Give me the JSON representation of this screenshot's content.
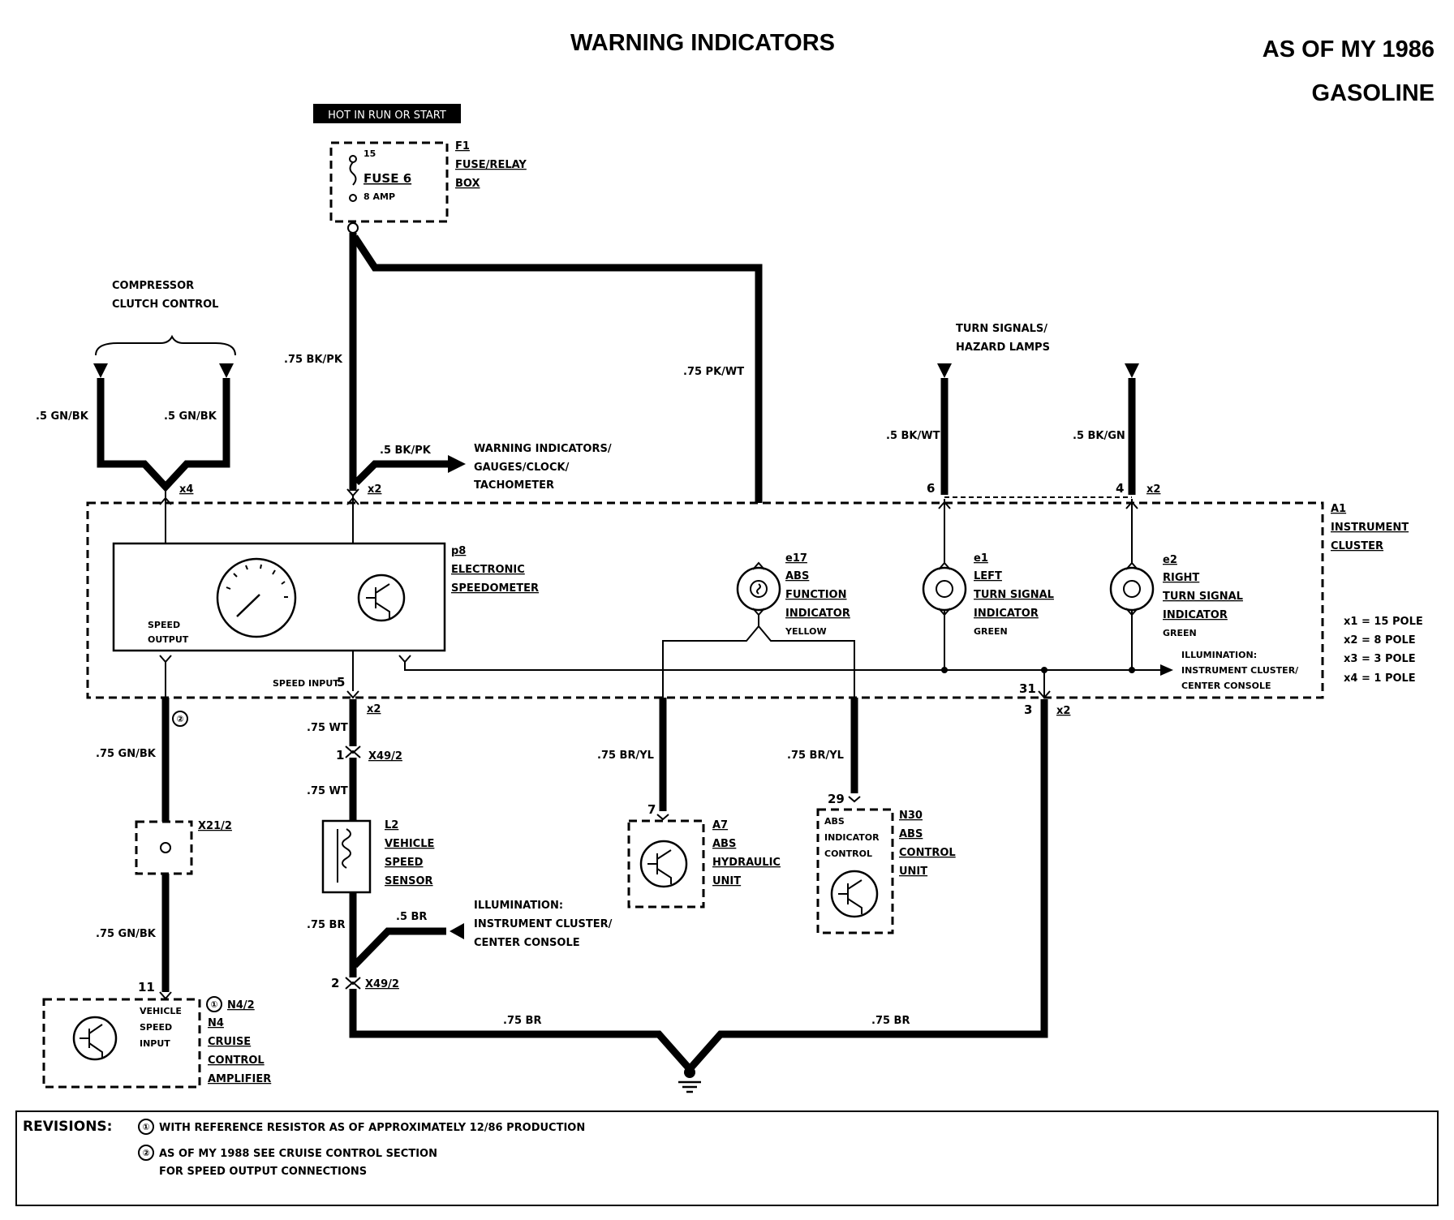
{
  "header": {
    "title": "WARNING INDICATORS",
    "model_year": "AS OF MY 1986",
    "engine": "GASOLINE"
  },
  "power": {
    "label": "HOT IN RUN OR START",
    "fuse_terminal": "15",
    "fuse_name": "FUSE 6",
    "fuse_rating": "8 AMP",
    "box_id": "F1",
    "box_name_1": "FUSE/RELAY",
    "box_name_2": "BOX"
  },
  "compressor": {
    "line1": "COMPRESSOR",
    "line2": "CLUTCH CONTROL",
    "wire_left": ".5 GN/BK",
    "wire_right": ".5 GN/BK",
    "conn": "x4"
  },
  "feed": {
    "wire_main": ".75 BK/PK",
    "wire_branch": ".5 BK/PK",
    "branch_label_1": "WARNING INDICATORS/",
    "branch_label_2": "GAUGES/CLOCK/",
    "branch_label_3": "TACHOMETER",
    "conn": "x2",
    "wire_abs": ".75 PK/WT"
  },
  "turn": {
    "label_1": "TURN SIGNALS/",
    "label_2": "HAZARD LAMPS",
    "wire_left": ".5 BK/WT",
    "wire_right": ".5 BK/GN",
    "pin_left": "6",
    "pin_right": "4",
    "conn": "x2"
  },
  "cluster": {
    "id": "A1",
    "name_1": "INSTRUMENT",
    "name_2": "CLUSTER",
    "legend": [
      "x1 = 15 POLE",
      "x2 = 8 POLE",
      "x3 = 3 POLE",
      "x4 = 1 POLE"
    ],
    "illum_1": "ILLUMINATION:",
    "illum_2": "INSTRUMENT CLUSTER/",
    "illum_3": "CENTER CONSOLE",
    "ground_pin_inner": "31",
    "ground_pin_outer": "3",
    "ground_conn": "x2"
  },
  "speedo": {
    "id": "p8",
    "name_1": "ELECTRONIC",
    "name_2": "SPEEDOMETER",
    "output_1": "SPEED",
    "output_2": "OUTPUT",
    "input": "SPEED INPUT"
  },
  "indicators": {
    "abs_id": "e17",
    "abs_1": "ABS",
    "abs_2": "FUNCTION",
    "abs_3": "INDICATOR",
    "abs_color": "YELLOW",
    "left_id": "e1",
    "left_1": "LEFT",
    "left_2": "TURN SIGNAL",
    "left_3": "INDICATOR",
    "left_color": "GREEN",
    "right_id": "e2",
    "right_1": "RIGHT",
    "right_2": "TURN SIGNAL",
    "right_3": "INDICATOR",
    "right_color": "GREEN"
  },
  "speed_output_wiring": {
    "rev_mark": "②",
    "wire_upper": ".75 GN/BK",
    "conn": "X21/2",
    "wire_lower": ".75 GN/BK",
    "pin": "11"
  },
  "cruise": {
    "in_1": "VEHICLE",
    "in_2": "SPEED",
    "in_3": "INPUT",
    "rev_mark": "①",
    "alt_id": "N4/2",
    "id": "N4",
    "name_1": "CRUISE",
    "name_2": "CONTROL",
    "name_3": "AMPLIFIER"
  },
  "speed_input_wiring": {
    "pin": "5",
    "conn": "x2",
    "wire_upper": ".75 WT",
    "pin_x49": "1",
    "conn_x49": "X49/2",
    "wire_lower": ".75 WT"
  },
  "sensor": {
    "id": "L2",
    "name_1": "VEHICLE",
    "name_2": "SPEED",
    "name_3": "SENSOR",
    "wire_ground": ".75 BR",
    "wire_illum": ".5 BR",
    "illum_1": "ILLUMINATION:",
    "illum_2": "INSTRUMENT CLUSTER/",
    "illum_3": "CENTER CONSOLE",
    "pin_x49": "2",
    "conn_x49": "X49/2"
  },
  "abs_units": {
    "wire_a7": ".75 BR/YL",
    "wire_n30": ".75 BR/YL",
    "a7_pin": "7",
    "a7_id": "A7",
    "a7_1": "ABS",
    "a7_2": "HYDRAULIC",
    "a7_3": "UNIT",
    "n30_pin": "29",
    "n30_inner_1": "ABS",
    "n30_inner_2": "INDICATOR",
    "n30_inner_3": "CONTROL",
    "n30_id": "N30",
    "n30_1": "ABS",
    "n30_2": "CONTROL",
    "n30_3": "UNIT"
  },
  "ground": {
    "wire_left": ".75 BR",
    "wire_right": ".75 BR"
  },
  "revisions": {
    "label": "REVISIONS:",
    "r1_mark": "①",
    "r1": "WITH REFERENCE RESISTOR AS OF APPROXIMATELY 12/86 PRODUCTION",
    "r2_mark": "②",
    "r2_line1": "AS OF MY 1988 SEE CRUISE CONTROL SECTION",
    "r2_line2": "FOR SPEED OUTPUT CONNECTIONS"
  }
}
